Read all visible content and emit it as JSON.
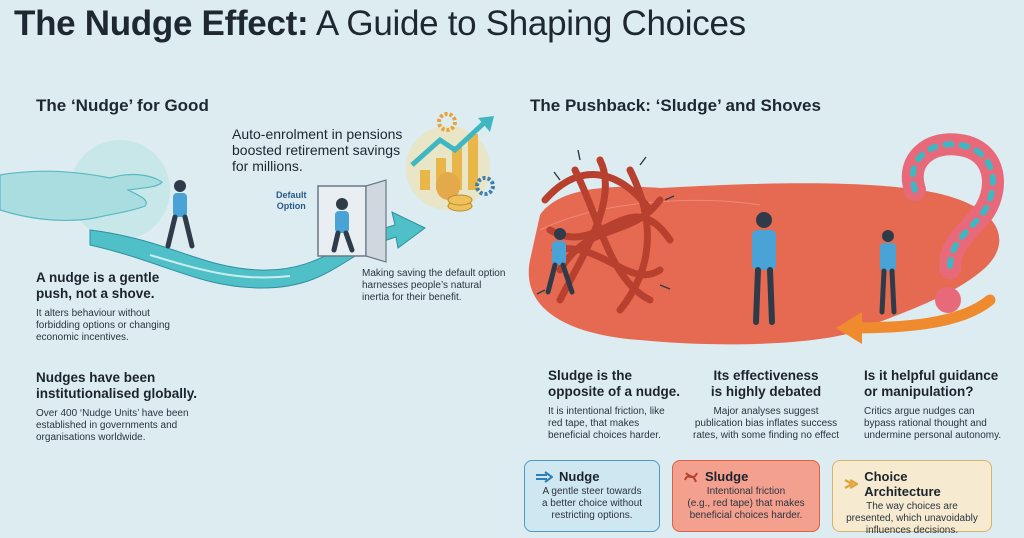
{
  "title": {
    "bold": "The Nudge Effect:",
    "rest": " A Guide to Shaping Choices"
  },
  "left": {
    "heading": "The ‘Nudge’ for Good",
    "callout_top": [
      "Auto-enrolment in pensions",
      "boosted retirement savings",
      "for millions."
    ],
    "door_label": [
      "Default",
      "Option"
    ],
    "callout_mid": [
      "Making saving the default option",
      "harnesses people’s natural",
      "inertia for their benefit."
    ],
    "point1": {
      "title": [
        "A nudge is a gentle",
        "push, not a shove."
      ],
      "body": [
        "It alters behaviour without",
        "forbidding options or changing",
        "economic incentives."
      ]
    },
    "point2": {
      "title": [
        "Nudges have been",
        "institutionalised globally."
      ],
      "body": [
        "Over 400 ‘Nudge Units’ have been",
        "established in governments and",
        "organisations worldwide."
      ]
    }
  },
  "right": {
    "heading": "The Pushback: ‘Sludge’ and Shoves",
    "col1": {
      "title": [
        "Sludge is the",
        "opposite of a nudge."
      ],
      "body": [
        "It is intentional friction, like",
        "red tape, that makes",
        "beneficial choices harder."
      ]
    },
    "col2": {
      "title": [
        "Its effectiveness",
        "is highly debated"
      ],
      "body": [
        "Major analyses suggest",
        "publication bias inflates success",
        "rates, with some finding no effect"
      ]
    },
    "col3": {
      "title": [
        "Is it helpful guidance",
        "or manipulation?"
      ],
      "body": [
        "Critics argue nudges can",
        "bypass rational thought and",
        "undermine personal autonomy."
      ]
    }
  },
  "legend": {
    "nudge": {
      "title": "Nudge",
      "body": [
        "A gentle steer towards",
        "a better choice without",
        "restricting options."
      ],
      "icon": "arrow-icon",
      "color": "#b8dbe8"
    },
    "sludge": {
      "title": "Sludge",
      "body": [
        "Intentional friction",
        "(e.g., red tape) that makes",
        "beneficial choices harder."
      ],
      "icon": "tangle-icon",
      "color": "#f08a73"
    },
    "choice": {
      "title": "Choice Architecture",
      "body": [
        "The way choices are",
        "presented, which unavoidably",
        "influences decisions."
      ],
      "icon": "chevron-icon",
      "color": "#f5e6c4"
    }
  },
  "colors": {
    "background": "#dcecf1",
    "teal": "#3fb7c2",
    "red": "#e05a43",
    "navy": "#1f2731"
  }
}
